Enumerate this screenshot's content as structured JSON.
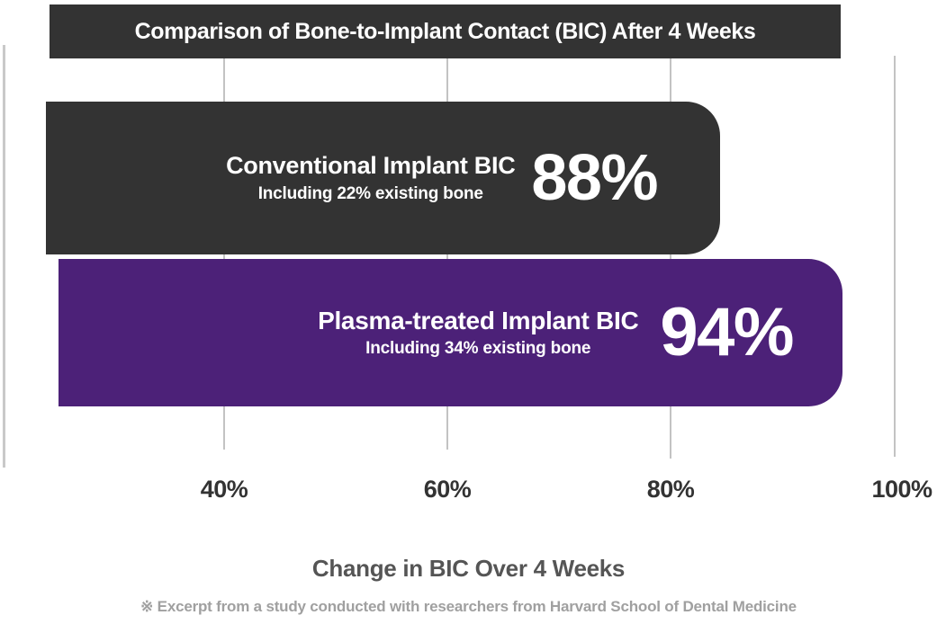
{
  "chart_data": {
    "type": "bar",
    "orientation": "horizontal",
    "title": "Comparison of Bone-to-Implant Contact (BIC) After 4 Weeks",
    "xlabel": "Change in BIC Over 4 Weeks",
    "ylabel": "",
    "xlim": [
      20,
      100
    ],
    "grid": true,
    "legend": "none",
    "tick_labels": [
      "40%",
      "60%",
      "80%",
      "100%"
    ],
    "tick_values": [
      40,
      60,
      80,
      100
    ],
    "categories": [
      "Conventional Implant BIC",
      "Plasma-treated Implant BIC"
    ],
    "values": [
      88,
      94
    ],
    "value_labels": [
      "88%",
      "94%"
    ],
    "annotations": [
      "Including 22% existing bone",
      "Including 34% existing bone"
    ],
    "footnote": "※ Excerpt from a study conducted with researchers from Harvard School of Dental Medicine",
    "series": [
      {
        "name": "Conventional Implant BIC",
        "value": 88,
        "value_label": "88%",
        "note": "Including 22% existing bone",
        "existing_bone": 22,
        "color": "#333333"
      },
      {
        "name": "Plasma-treated Implant BIC",
        "value": 94,
        "value_label": "94%",
        "note": "Including 34% existing bone",
        "existing_bone": 34,
        "color": "#4c2178"
      }
    ]
  },
  "banner": {
    "title": "Comparison of Bone-to-Implant Contact (BIC) After 4 Weeks",
    "background": "#333333",
    "text_color": "#ffffff"
  },
  "bars": [
    {
      "label": "Conventional Implant BIC",
      "sub_label": "Including 22% existing bone",
      "value_label": "88%",
      "color": "#333333"
    },
    {
      "label": "Plasma-treated Implant BIC",
      "sub_label": "Including 34% existing bone",
      "value_label": "94%",
      "color": "#4c2178"
    }
  ],
  "axis": {
    "ticks": [
      "40%",
      "60%",
      "80%",
      "100%"
    ],
    "caption": "Change in BIC Over 4 Weeks",
    "gridline_color": "#c3c3c3",
    "caption_color": "#555555"
  },
  "footnote": {
    "text": "※ Excerpt from a study conducted with researchers from Harvard School of Dental Medicine",
    "color": "#a0a0a0"
  }
}
